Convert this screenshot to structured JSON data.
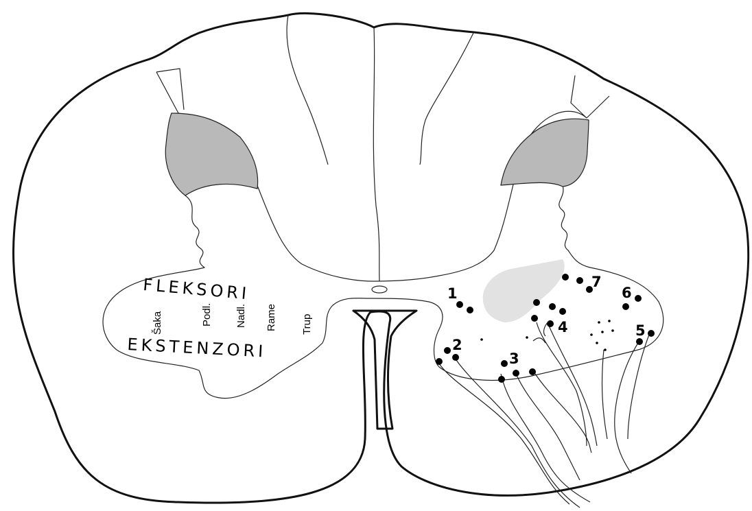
{
  "labels": {
    "flexors": "FLEKSORI",
    "extensors": "EKSTENZORI",
    "segments": [
      "Šaka",
      "Podl.",
      "Nadl.",
      "Rame",
      "Trup"
    ]
  },
  "nuclei": [
    "1",
    "2",
    "3",
    "4",
    "5",
    "6",
    "7"
  ],
  "colors": {
    "outline": "#111111",
    "grey_matter_shading": "#b9b9b9",
    "highlight_area": "#e2e2e2"
  }
}
